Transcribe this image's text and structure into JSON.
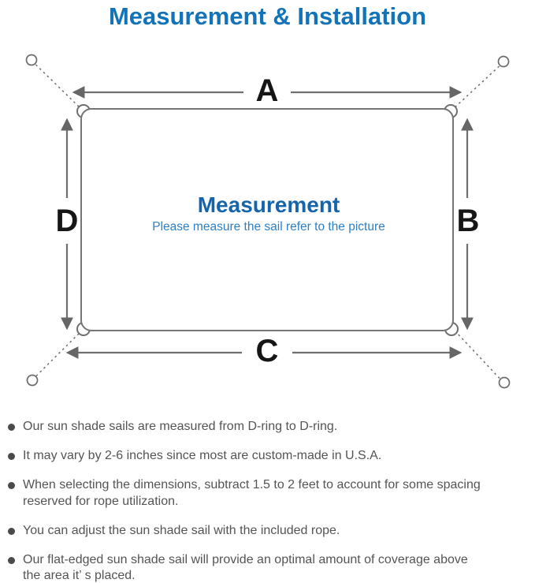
{
  "title": "Measurement & Installation",
  "colors": {
    "title_blue": "#1273b8",
    "center_title_blue": "#1565ad",
    "center_subtitle_blue": "#2e80c3",
    "diagram_line_gray": "#6f6f6f",
    "edge_label_black": "#161616",
    "note_text_gray": "#545454"
  },
  "diagram": {
    "center_title": "Measurement",
    "center_subtitle": "Please measure the sail refer to the picture",
    "edge_labels": {
      "top": "A",
      "right": "B",
      "bottom": "C",
      "left": "D"
    }
  },
  "notes": [
    {
      "text": "Our sun shade sails are measured from D-ring to D-ring."
    },
    {
      "text": "It may vary by 2-6 inches since most are custom-made in U.S.A."
    },
    {
      "text": "When selecting the dimensions, subtract 1.5 to 2 feet to account for some spacing\nreserved for rope utilization."
    },
    {
      "text": "You can adjust the sun shade sail with the included rope."
    },
    {
      "text": "Our flat-edged sun shade sail will provide an optimal amount of coverage above\nthe area it’ s placed."
    }
  ]
}
